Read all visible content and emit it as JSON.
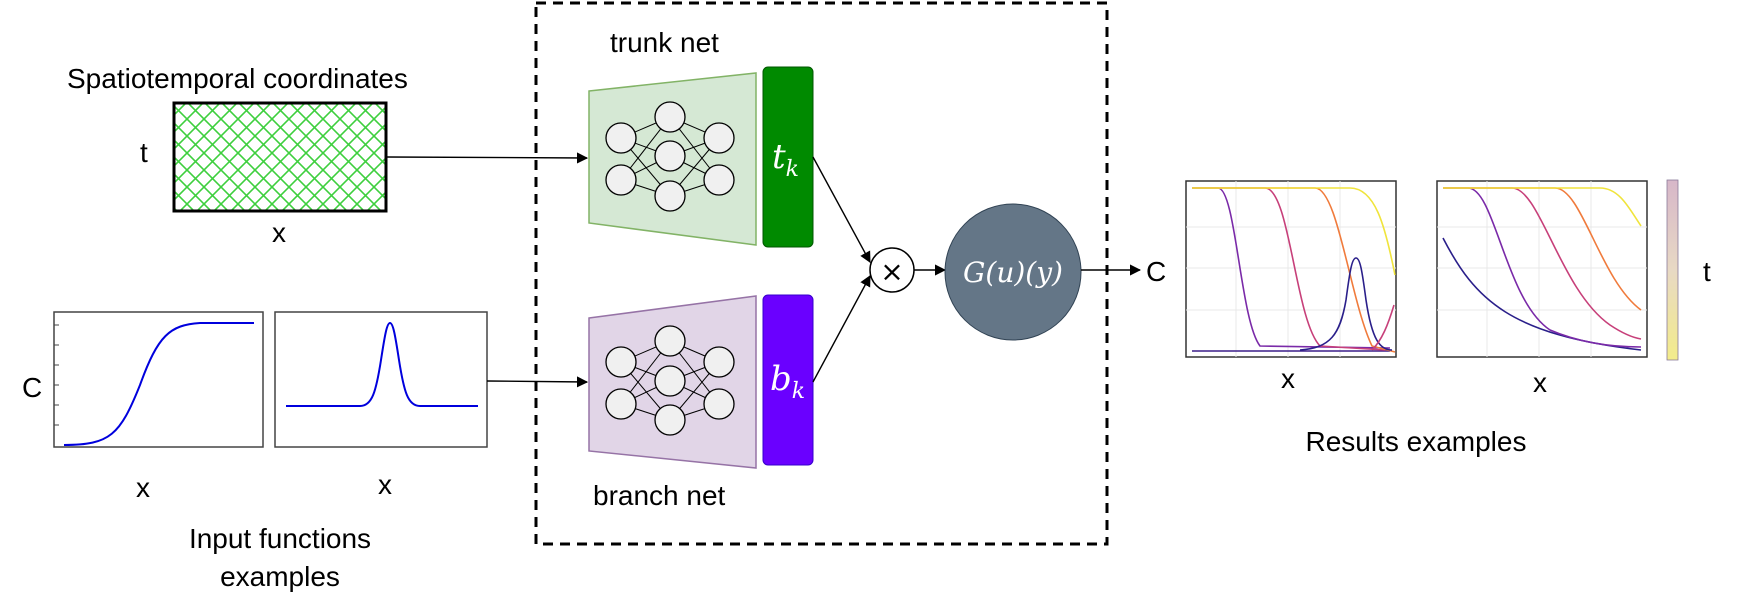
{
  "labels": {
    "coords_title": "Spatiotemporal coordinates",
    "coords_t": "t",
    "coords_x": "x",
    "trunk_title": "trunk net",
    "branch_title": "branch net",
    "input_c": "C",
    "input_x1": "x",
    "input_x2": "x",
    "input_caption_line1": "Input functions",
    "input_caption_line2": "examples",
    "multiply_symbol": "×",
    "output_operator": "G(u)(y)",
    "output_c": "C",
    "result_x1": "x",
    "result_x2": "x",
    "result_t": "t",
    "results_caption": "Results examples"
  },
  "math": {
    "trunk_base": "t",
    "trunk_sub": "k",
    "branch_base": "b",
    "branch_sub": "k"
  },
  "colors": {
    "grid_green": "#3ecf3e",
    "trunk_fill": "#d5e8d4",
    "trunk_stroke": "#82b366",
    "trunk_output": "#008a00",
    "branch_fill": "#e1d5e7",
    "branch_stroke": "#9673a6",
    "branch_output": "#6a00ff",
    "operator_node": "#647687",
    "curve_blue": "#0000dd"
  }
}
